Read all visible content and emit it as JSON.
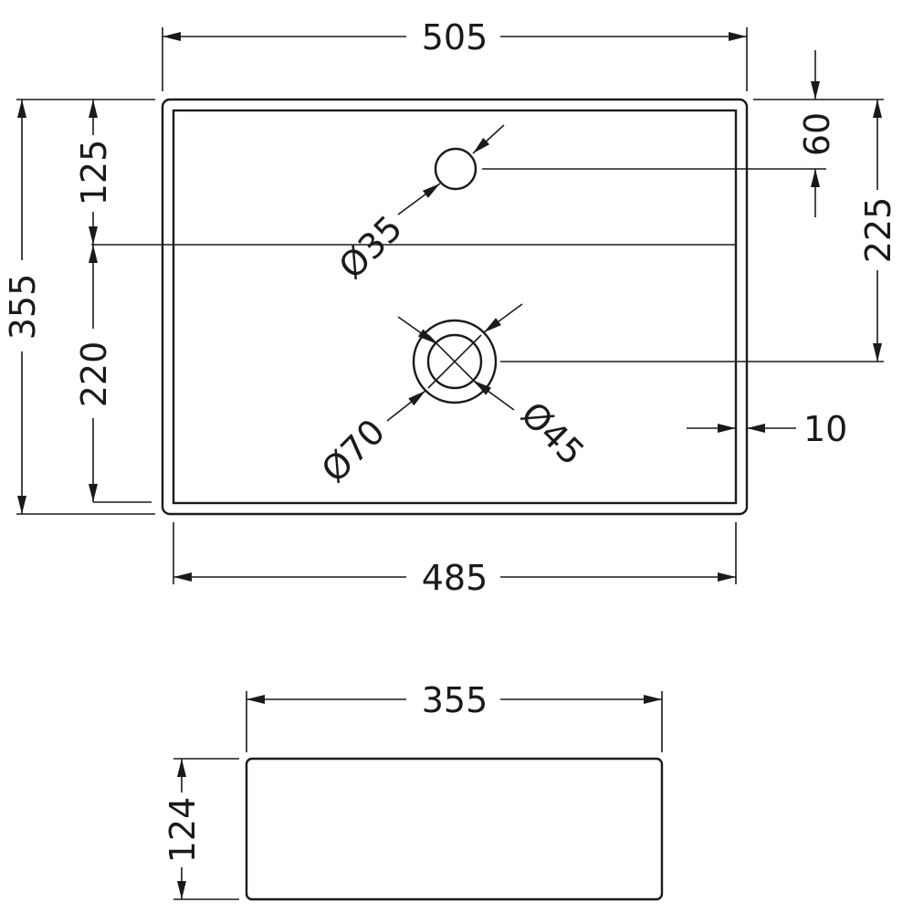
{
  "top_view": {
    "overall_width": "505",
    "inner_width": "485",
    "overall_depth": "355",
    "front_to_divide": "125",
    "divide_to_back": "220",
    "tap_hole_offset": "60",
    "waste_offset": "225",
    "rim_thickness": "10",
    "tap_hole_diameter": "Ø35",
    "waste_outer_diameter": "Ø70",
    "waste_inner_diameter": "Ø45"
  },
  "side_view": {
    "width": "355",
    "height": "124"
  }
}
